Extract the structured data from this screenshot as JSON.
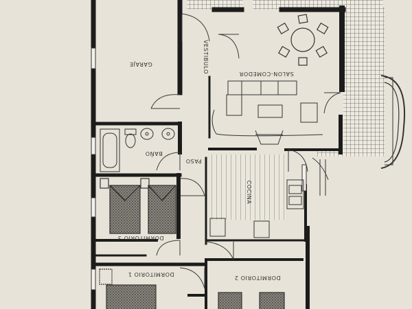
{
  "plan": {
    "rooms": {
      "garaje": "GARAJE",
      "vestibulo": "VESTIBULO",
      "salon_comedor": "SALON-COMEDOR",
      "bano": "BAÑO",
      "paso": "PASO",
      "cocina": "COCINA",
      "dormitorio_3": "DORMITORIO 3",
      "dormitorio_1": "DORMITORIO 1",
      "dormitorio_2": "DORMITORIO 2"
    }
  },
  "colors": {
    "paper": "#e7e3d8",
    "wall": "#1c1c1c",
    "line": "#3a3a3a",
    "hatch": "#555555"
  }
}
